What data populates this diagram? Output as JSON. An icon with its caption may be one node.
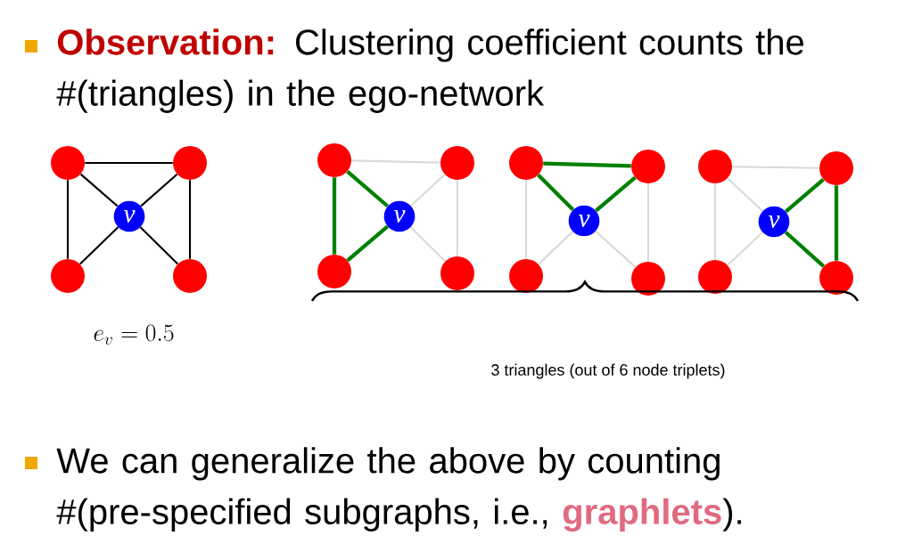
{
  "diagram": {
    "nodes": [
      {
        "text": [],
        "shape": "circle"
      },
      {
        "text": [],
        "shape": "circle"
      },
      {
        "text": [
          "v"
        ]
      },
      {
        "text": [],
        "shape": "circle"
      },
      {
        "text": [],
        "shape": "circle"
      },
      {
        "text": [],
        "shape": "circle"
      },
      {
        "text": [],
        "shape": "circle"
      },
      {
        "text": [
          "v"
        ]
      },
      {
        "text": [],
        "shape": "circle"
      },
      {
        "text": [],
        "shape": "circle"
      },
      {
        "text": [],
        "shape": "circle"
      },
      {
        "text": [],
        "shape": "circle"
      },
      {
        "text": [
          "v"
        ]
      },
      {
        "text": [],
        "shape": "circle"
      },
      {
        "text": [],
        "shape": "circle"
      },
      {
        "text": [],
        "shape": "circle"
      },
      {
        "text": [],
        "shape": "circle"
      },
      {
        "text": [
          "v"
        ]
      },
      {
        "text": [],
        "shape": "circle"
      },
      {
        "text": [],
        "shape": "circle"
      }
    ],
    "edges": [
      {
        "from": 0,
        "to": 1,
        "arrow": "none",
        "color": "#000000"
      },
      {
        "from": 0,
        "to": 3,
        "arrow": "none",
        "color": "#000000"
      },
      {
        "from": 1,
        "to": 4,
        "arrow": "none",
        "color": "#000000"
      },
      {
        "from": 0,
        "to": 2,
        "arrow": "none",
        "color": "#000000"
      },
      {
        "from": 1,
        "to": 2,
        "arrow": "none",
        "color": "#000000"
      },
      {
        "from": 2,
        "to": 3,
        "arrow": "none",
        "color": "#000000"
      },
      {
        "from": 2,
        "to": 4,
        "arrow": "none",
        "color": "#000000"
      },
      {
        "from": 5,
        "to": 6,
        "arrow": "none",
        "color": "#d9d9d9"
      },
      {
        "from": 6,
        "to": 9,
        "arrow": "none",
        "color": "#d9d9d9"
      },
      {
        "from": 6,
        "to": 7,
        "arrow": "none",
        "color": "#d9d9d9"
      },
      {
        "from": 7,
        "to": 9,
        "arrow": "none",
        "color": "#d9d9d9"
      },
      {
        "from": 10,
        "to": 13,
        "arrow": "none",
        "color": "#d9d9d9"
      },
      {
        "from": 11,
        "to": 14,
        "arrow": "none",
        "color": "#d9d9d9"
      },
      {
        "from": 12,
        "to": 13,
        "arrow": "none",
        "color": "#d9d9d9"
      },
      {
        "from": 12,
        "to": 14,
        "arrow": "none",
        "color": "#d9d9d9"
      },
      {
        "from": 15,
        "to": 16,
        "arrow": "none",
        "color": "#d9d9d9"
      },
      {
        "from": 15,
        "to": 18,
        "arrow": "none",
        "color": "#d9d9d9"
      },
      {
        "from": 15,
        "to": 17,
        "arrow": "none",
        "color": "#d9d9d9"
      },
      {
        "from": 17,
        "to": 18,
        "arrow": "none",
        "color": "#d9d9d9"
      },
      {
        "from": 5,
        "to": 8,
        "arrow": "none",
        "style": "thick",
        "color": "#008000"
      },
      {
        "from": 5,
        "to": 7,
        "arrow": "none",
        "style": "thick",
        "color": "#008000"
      },
      {
        "from": 8,
        "to": 7,
        "arrow": "none",
        "style": "thick",
        "color": "#008000"
      },
      {
        "from": 10,
        "to": 11,
        "arrow": "none",
        "style": "thick",
        "color": "#008000"
      },
      {
        "from": 10,
        "to": 12,
        "arrow": "none",
        "style": "thick",
        "color": "#008000"
      },
      {
        "from": 11,
        "to": 12,
        "arrow": "none",
        "style": "thick",
        "color": "#008000"
      },
      {
        "from": 16,
        "to": 19,
        "arrow": "none",
        "style": "thick",
        "color": "#008000"
      },
      {
        "from": 16,
        "to": 17,
        "arrow": "none",
        "style": "thick",
        "color": "#008000"
      },
      {
        "from": 19,
        "to": 17,
        "arrow": "none",
        "style": "thick",
        "color": "#008000"
      }
    ],
    "labels": [
      "Observation:",
      "Clustering coefficient counts the #(triangles) in the ego-network",
      "e_{v} = 0.5",
      "3 triangles (out of 6 node triplets)",
      "We can generalize the above by counting #(pre-specified subgraphs, i.e.,",
      "graphlets",
      ")."
    ]
  }
}
